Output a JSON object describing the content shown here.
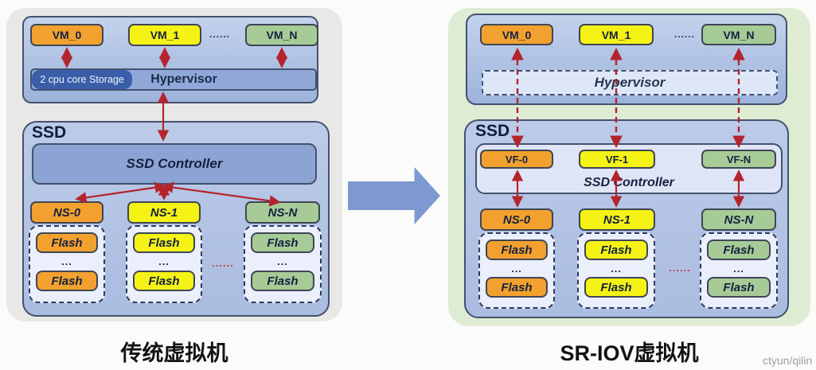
{
  "watermark": "ctyun/qilin",
  "colors": {
    "box_orange": "#f2a12e",
    "box_yellow": "#f5f216",
    "box_green": "#a6cb97",
    "arrow_red": "#b4242c",
    "block_arrow_blue": "#7e99d2",
    "left_panel_bg": "#e8e8e6",
    "right_panel_bg": "#dfecd4",
    "host_box_blue": "#a9bfe2",
    "ssd_box_blue": "#b2c2e3",
    "controller_left_bg": "#8ba4d4",
    "controller_right_bg": "#dfe5f6",
    "hypervisor_bar_bg": "#8fa8d8",
    "storage_chip_bg": "#3a5ea8"
  },
  "left": {
    "caption": "传统虚拟机",
    "vms": [
      "VM_0",
      "VM_1",
      "VM_N"
    ],
    "vm_ellipsis": "......",
    "storage_chip": "2 cpu core Storage",
    "hypervisor": "Hypervisor",
    "ssd": "SSD",
    "controller": "SSD Controller",
    "namespaces": [
      "NS-0",
      "NS-1",
      "NS-N"
    ],
    "flash": "Flash",
    "flash_ellipsis": "...",
    "group_ellipsis": "......"
  },
  "right": {
    "caption": "SR-IOV虚拟机",
    "vms": [
      "VM_0",
      "VM_1",
      "VM_N"
    ],
    "vm_ellipsis": "......",
    "hypervisor": "Hypervisor",
    "ssd": "SSD",
    "controller": "SSD Controller",
    "vfs": [
      "VF-0",
      "VF-1",
      "VF-N"
    ],
    "namespaces": [
      "NS-0",
      "NS-1",
      "NS-N"
    ],
    "flash": "Flash",
    "flash_ellipsis": "...",
    "group_ellipsis": "......"
  }
}
